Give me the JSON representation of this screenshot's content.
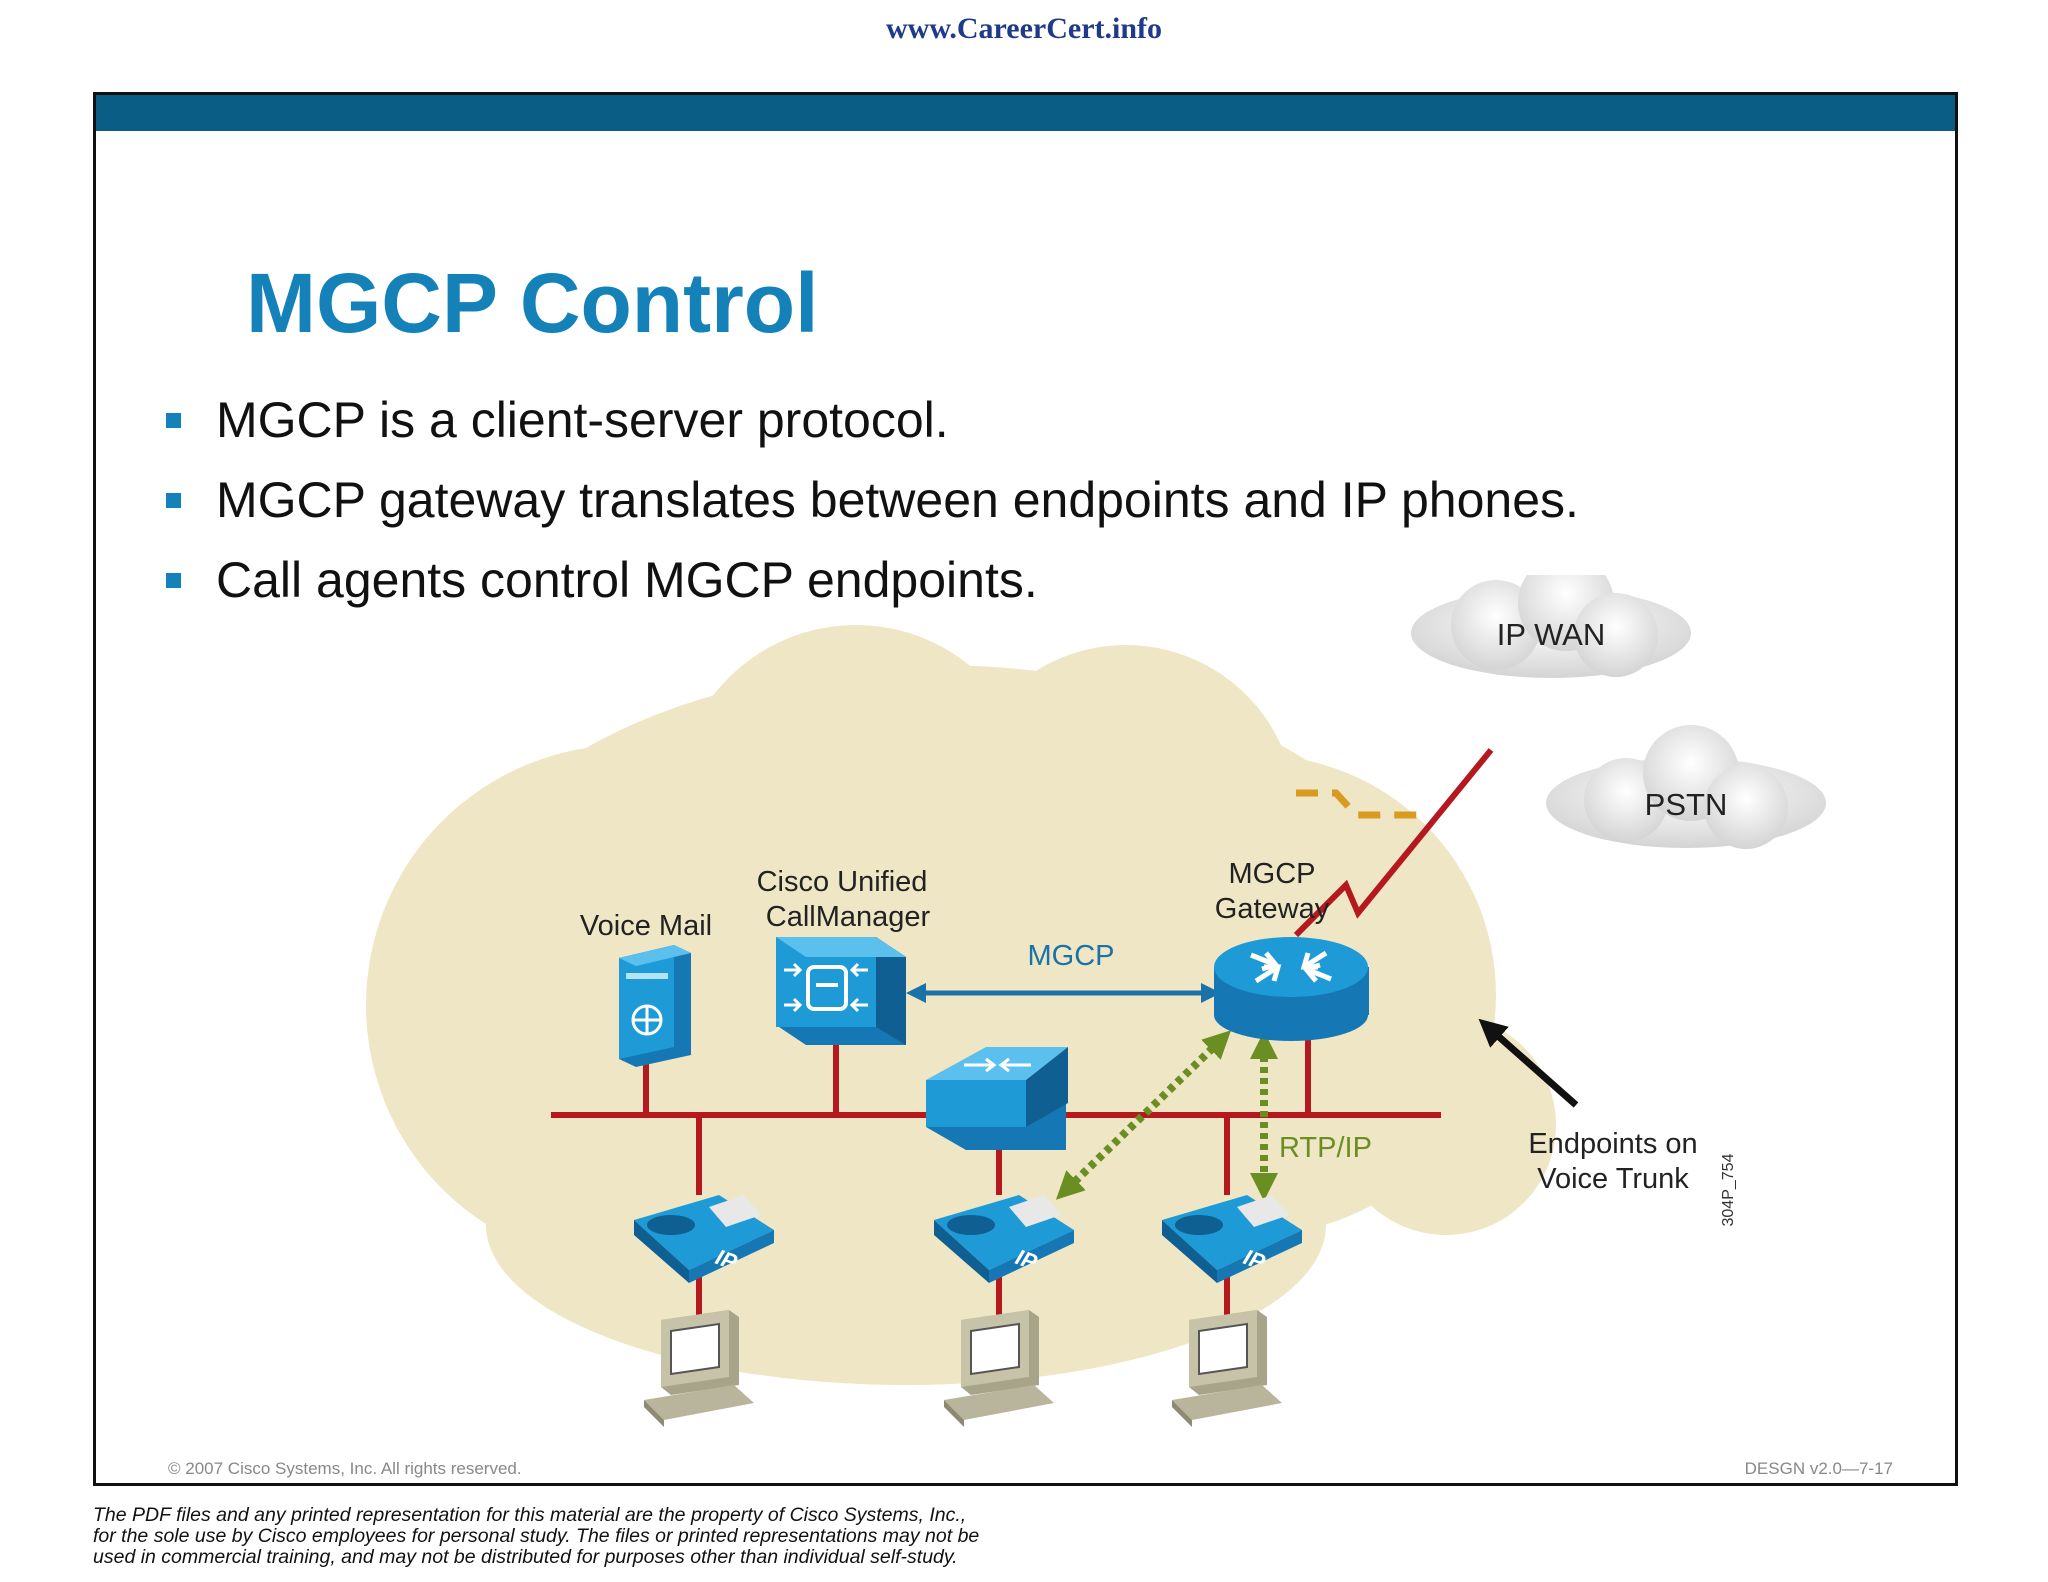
{
  "header": {
    "url": "www.CareerCert.info"
  },
  "slide": {
    "title": "MGCP Control",
    "bullets": [
      "MGCP is a client-server protocol.",
      "MGCP gateway translates between endpoints and IP phones.",
      "Call agents control MGCP endpoints."
    ],
    "copyright": "© 2007 Cisco Systems, Inc. All rights reserved.",
    "course_code": "DESGN v2.0—7-17"
  },
  "diagram": {
    "labels": {
      "ip_wan": "IP WAN",
      "pstn": "PSTN",
      "voice_mail": "Voice Mail",
      "callmanager_line1": "Cisco Unified",
      "callmanager_line2": "CallManager",
      "gateway_line1": "MGCP",
      "gateway_line2": "Gateway",
      "mgcp_link": "MGCP",
      "rtp_link": "RTP/IP",
      "endpoints_line1": "Endpoints on",
      "endpoints_line2": "Voice Trunk",
      "figure_id": "304P_754",
      "phone_badge": "IP"
    },
    "colors": {
      "device_blue": "#1e9bd7",
      "lan_red": "#b5191f",
      "cloud_beige": "#efe6c6",
      "mgcp_blue": "#1a72a8",
      "rtp_green": "#6b8e23",
      "trunk_orange": "#d89a1f"
    }
  },
  "footer": {
    "disclaimer": [
      "The PDF files and any printed representation for this material are the property of Cisco Systems, Inc.,",
      "for the sole use by Cisco employees for personal study. The files or printed representations may not be",
      "used in commercial training, and may not be distributed for purposes other than individual self-study."
    ]
  }
}
